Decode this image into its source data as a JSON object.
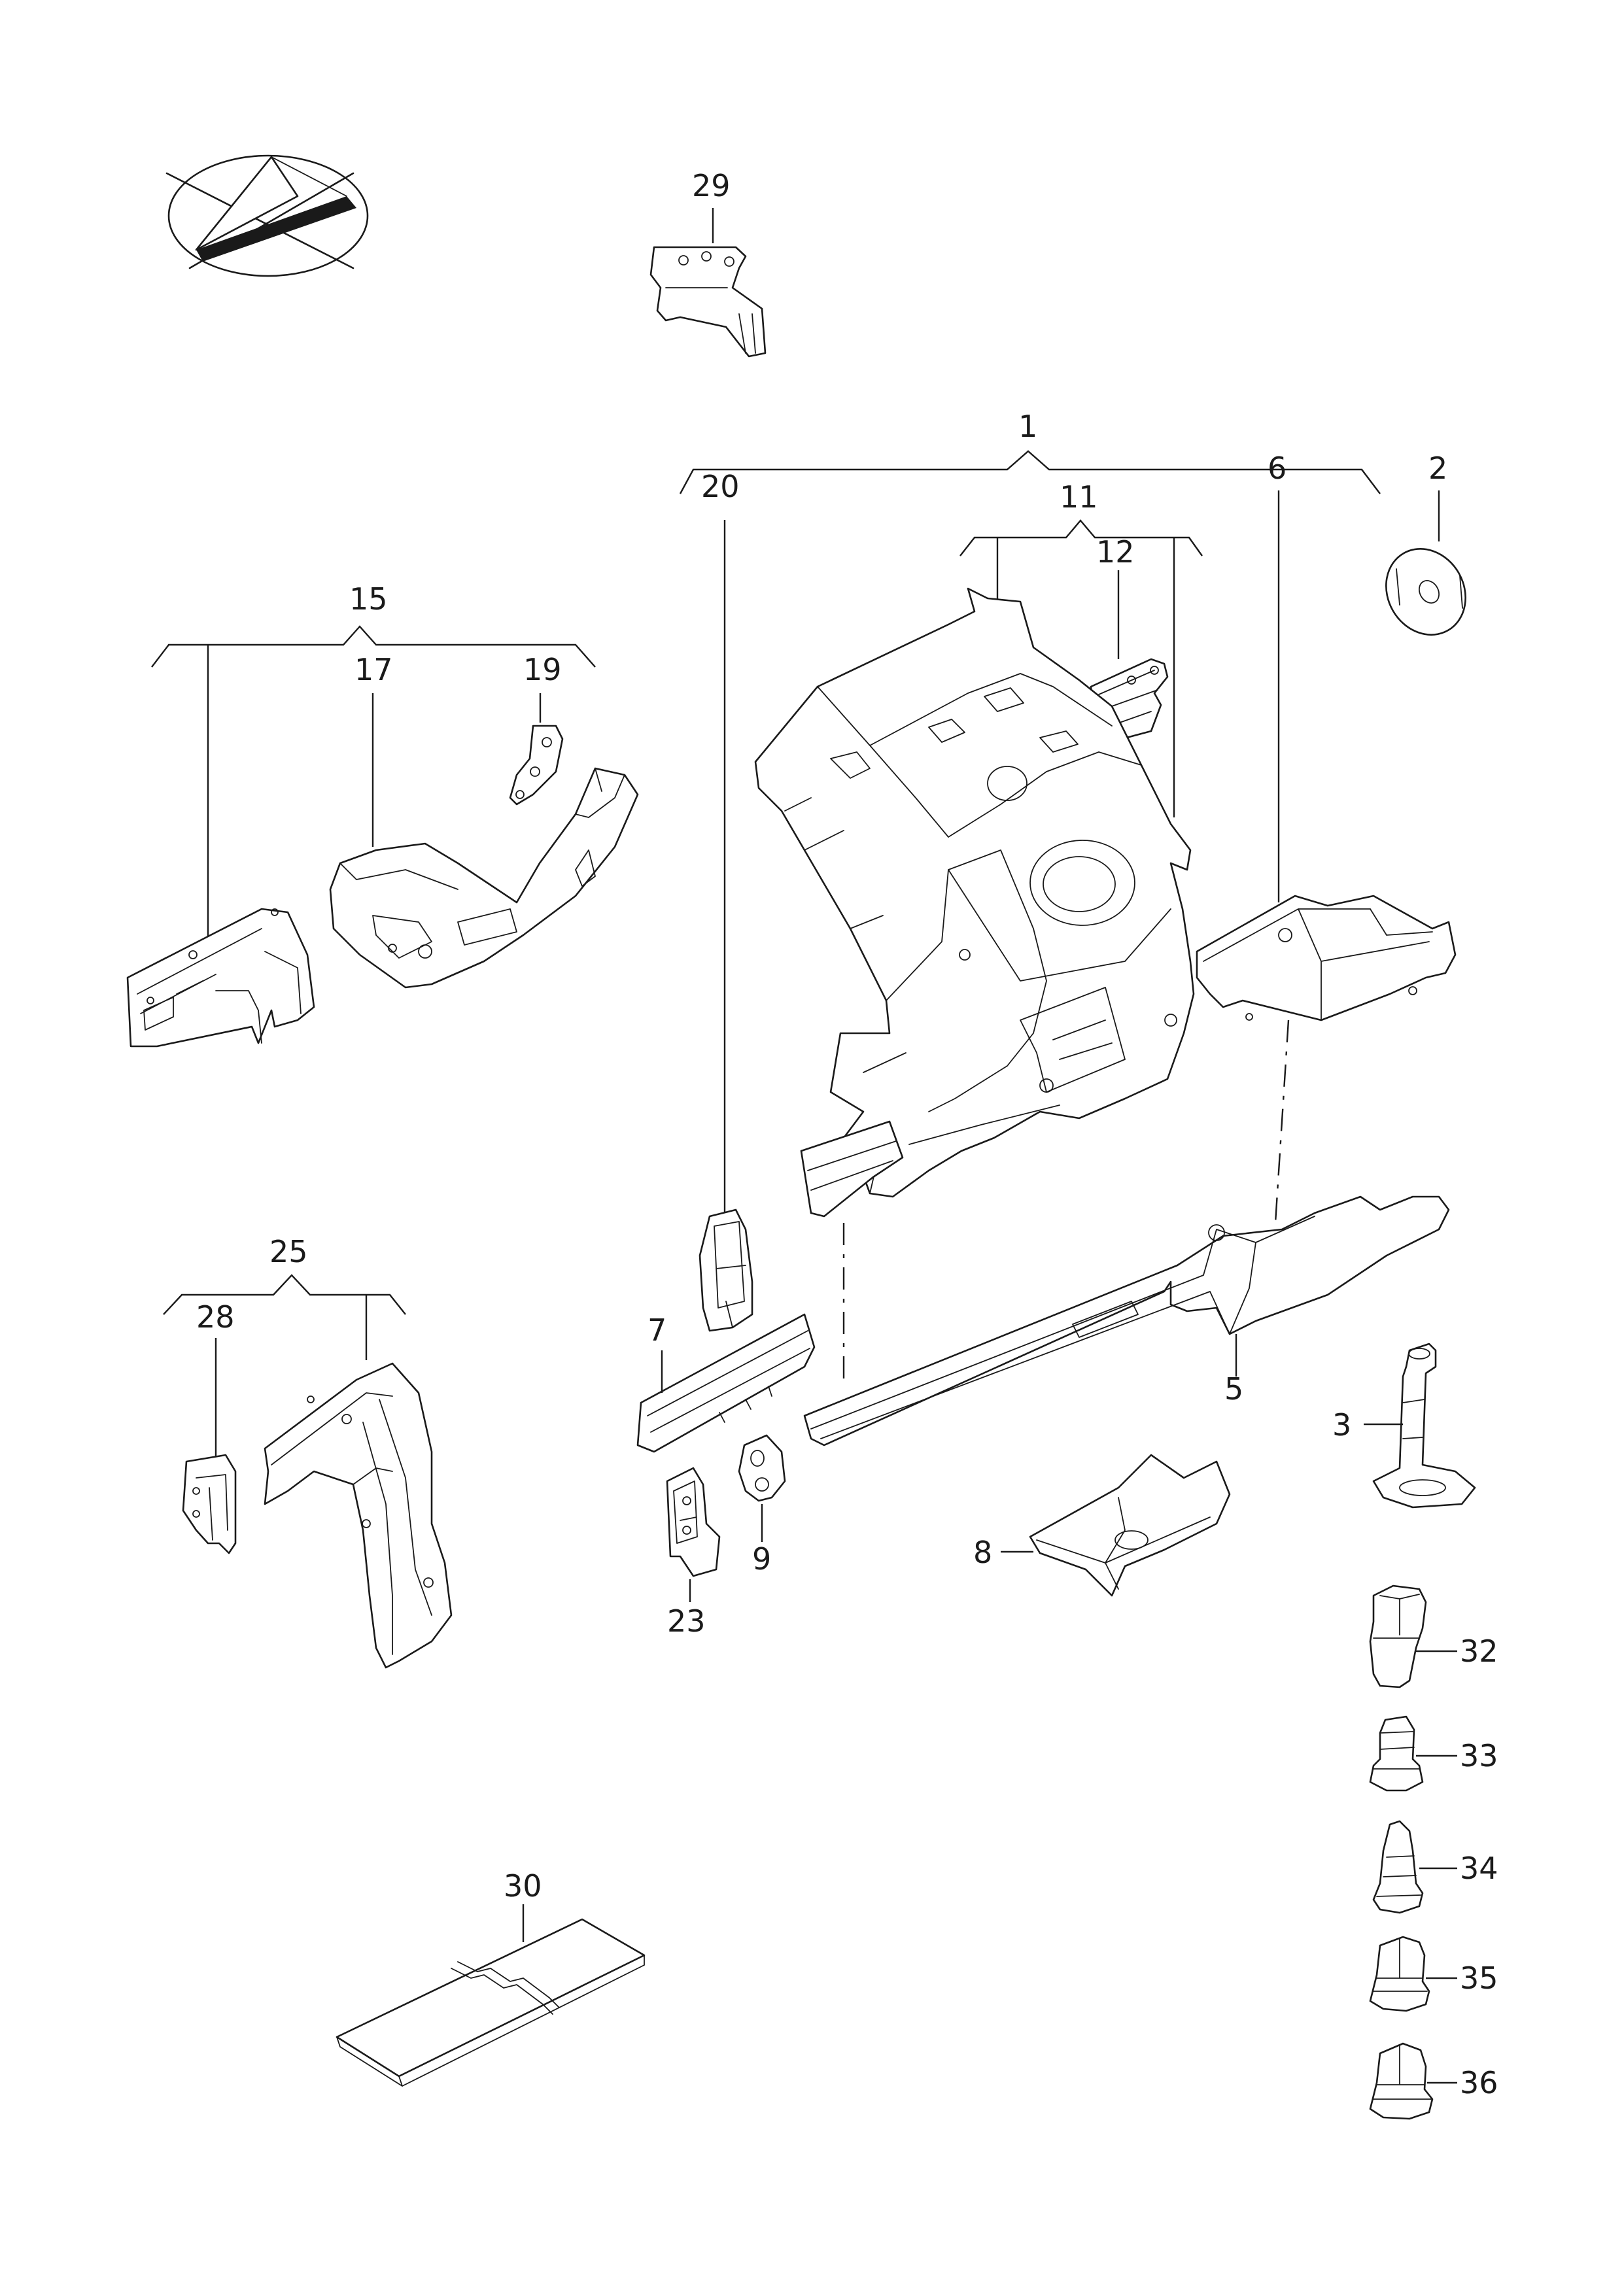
{
  "callouts": {
    "c1": "1",
    "c2": "2",
    "c3": "3",
    "c5": "5",
    "c6": "6",
    "c7": "7",
    "c8": "8",
    "c9": "9",
    "c11": "11",
    "c12": "12",
    "c15": "15",
    "c17": "17",
    "c19": "19",
    "c20": "20",
    "c23": "23",
    "c25": "25",
    "c28": "28",
    "c29": "29",
    "c30": "30",
    "c32": "32",
    "c33": "33",
    "c34": "34",
    "c35": "35",
    "c36": "36"
  },
  "icons": {
    "orientation": "orientation-compass-icon"
  }
}
